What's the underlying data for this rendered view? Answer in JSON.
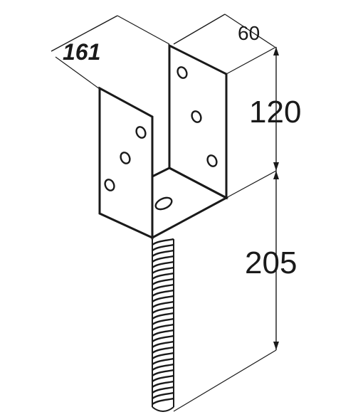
{
  "dimensions": {
    "width_label": "161",
    "depth_label": "60",
    "height_label": "120",
    "rod_length_label": "205"
  },
  "colors": {
    "stroke": "#1a1a1a",
    "background": "#ffffff"
  }
}
